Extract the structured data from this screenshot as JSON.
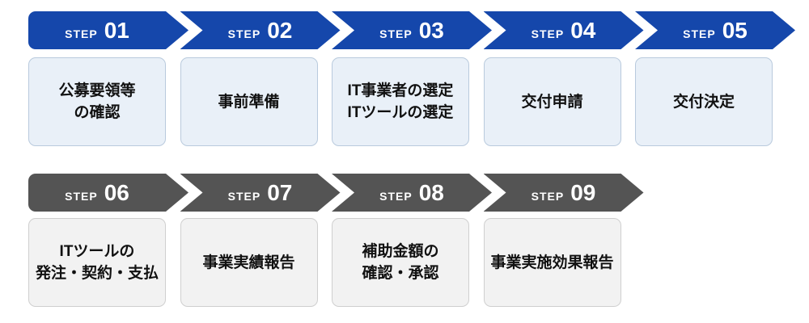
{
  "colors": {
    "row1_arrow": "#1547ab",
    "row1_box_bg": "#e9f0f8",
    "row1_box_border": "#b9cadd",
    "row2_arrow": "#545454",
    "row2_box_bg": "#f2f2f2",
    "row2_box_border": "#cfcfcf",
    "arrow_text": "#ffffff",
    "box_text": "#111111",
    "background": "#ffffff"
  },
  "rows": [
    {
      "name": "steps-1-5",
      "theme": "blue",
      "steps": [
        {
          "label": "STEP",
          "number": "01",
          "description": "公募要領等\nの確認"
        },
        {
          "label": "STEP",
          "number": "02",
          "description": "事前準備"
        },
        {
          "label": "STEP",
          "number": "03",
          "description": "IT事業者の選定\nITツールの選定"
        },
        {
          "label": "STEP",
          "number": "04",
          "description": "交付申請"
        },
        {
          "label": "STEP",
          "number": "05",
          "description": "交付決定"
        }
      ]
    },
    {
      "name": "steps-6-9",
      "theme": "gray",
      "steps": [
        {
          "label": "STEP",
          "number": "06",
          "description": "ITツールの\n発注・契約・支払"
        },
        {
          "label": "STEP",
          "number": "07",
          "description": "事業実績報告"
        },
        {
          "label": "STEP",
          "number": "08",
          "description": "補助金額の\n確認・承認"
        },
        {
          "label": "STEP",
          "number": "09",
          "description": "事業実施効果報告"
        }
      ]
    }
  ]
}
